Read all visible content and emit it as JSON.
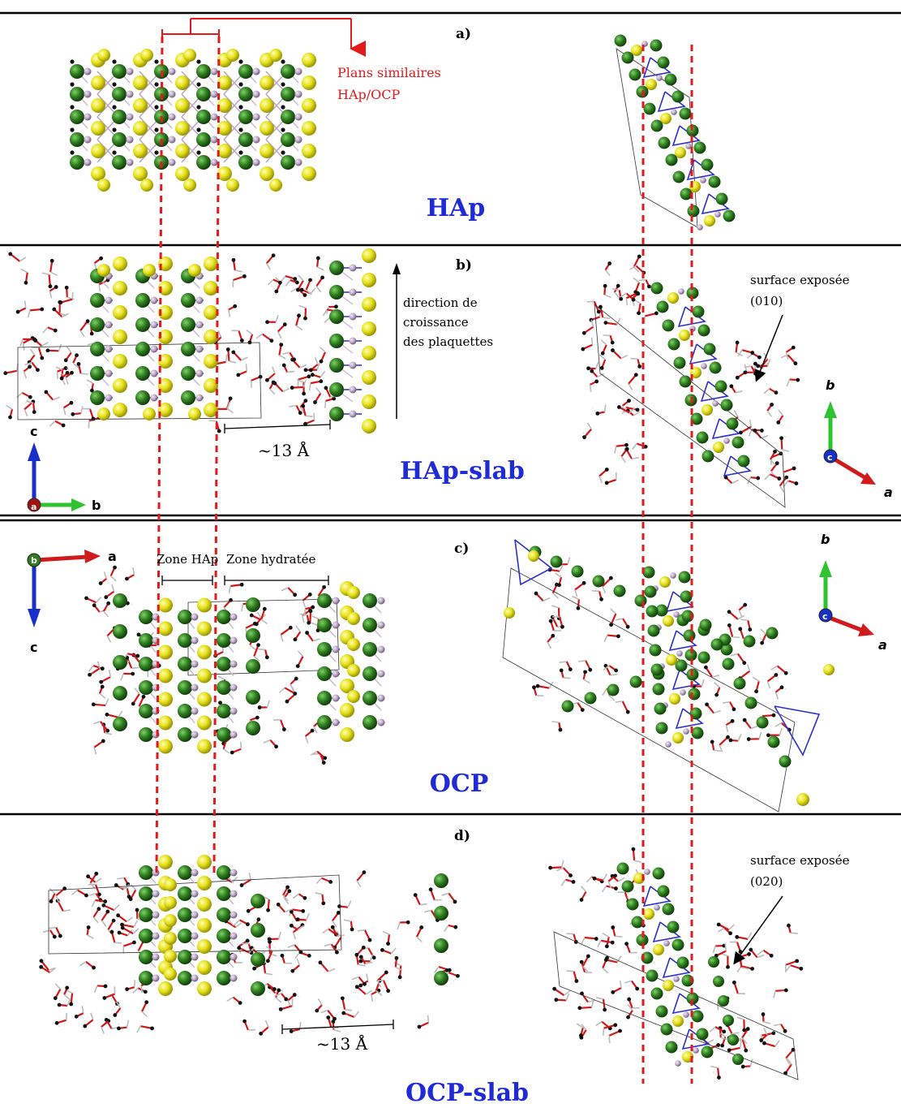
{
  "panels": {
    "a": {
      "letter": "a)",
      "title": "HAp"
    },
    "b": {
      "letter": "b)",
      "title": "HAp-slab"
    },
    "c": {
      "letter": "c)",
      "title": "OCP"
    },
    "d": {
      "letter": "d)",
      "title": "OCP-slab"
    }
  },
  "annotations": {
    "similar_planes_line1": "Plans similaires",
    "similar_planes_line2": "HAp/OCP",
    "growth_line1": "direction de",
    "growth_line2": "croissance",
    "growth_line3": "des plaquettes",
    "surface_b_line1": "surface exposée",
    "surface_b_line2": "(010)",
    "surface_d_line1": "surface exposée",
    "surface_d_line2": "(020)",
    "width_b": "~13 Å",
    "width_d": "~13 Å",
    "zone_hap": "Zone HAp",
    "zone_hydrated": "Zone hydratée"
  },
  "axes": {
    "b_left": {
      "vertical": "c",
      "horizontal": "b",
      "center": "a"
    },
    "b_right": {
      "up": "b",
      "diag": "a",
      "center": "c"
    },
    "c_left": {
      "down": "c",
      "horizontal": "a",
      "center": "b"
    },
    "c_right": {
      "up": "b",
      "diag": "a",
      "center": "c"
    }
  },
  "colors": {
    "calcium": "#2e7d1e",
    "phosphorus": "#e6e01a",
    "oxygen_p": "#b9a3c2",
    "bond_blue": "#2b2fd0",
    "water_red": "#d01818",
    "guide_red": "#e3191c",
    "title_blue": "#1f2bd6",
    "axis_red": "#d21a1a",
    "axis_green": "#2fc42f",
    "axis_blue": "#1830c8"
  }
}
